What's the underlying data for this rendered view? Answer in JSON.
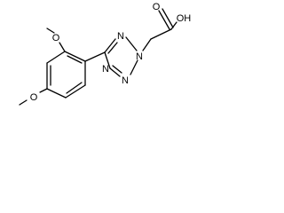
{
  "molecule": {
    "atoms": {
      "o_methoxy_3": "O",
      "o_methoxy_4": "O",
      "n1": "N",
      "n2": "N",
      "n3": "N",
      "n4": "N",
      "o_carbonyl": "O",
      "o_hydroxyl": "OH"
    },
    "colors": {
      "bond": "#000000",
      "label": "#000000",
      "background": "#ffffff"
    }
  }
}
